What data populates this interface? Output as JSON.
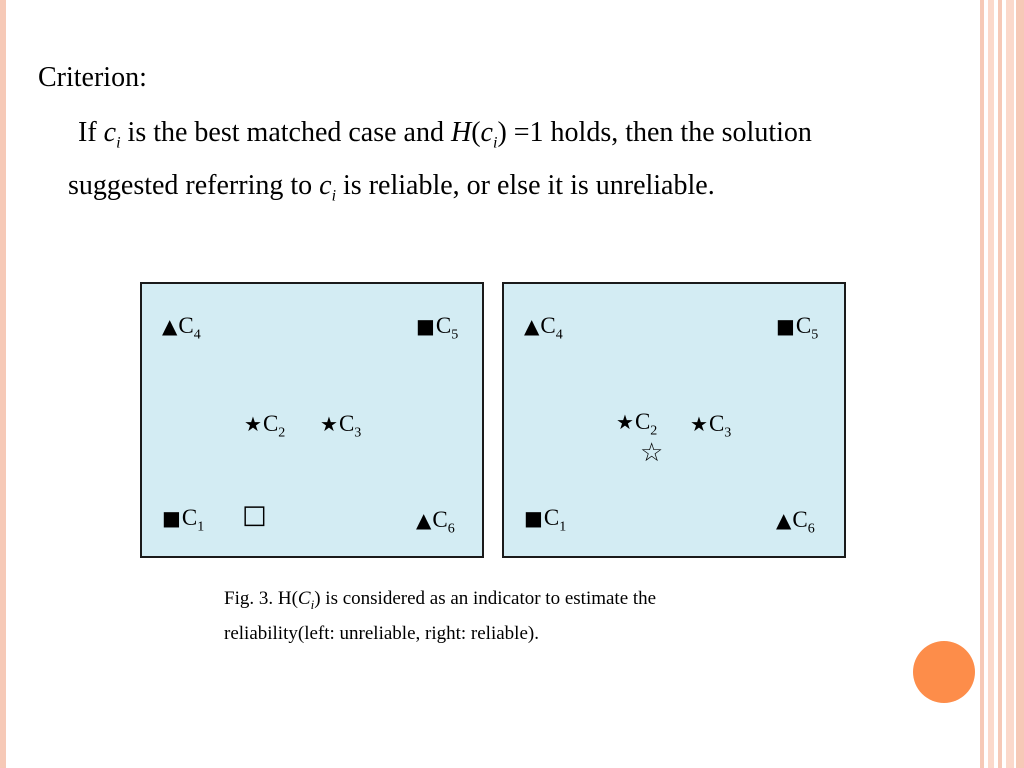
{
  "slide": {
    "heading": "Criterion:",
    "para": {
      "t1": "If ",
      "c": "c",
      "i": "i",
      "t2": " is the best matched case and ",
      "H": "H",
      "t3": "(",
      "t4": ") =1 holds, then the solution",
      "t5": "suggested referring to ",
      "t6": " is reliable, or else it is unreliable."
    }
  },
  "figure": {
    "C": "C",
    "subs": {
      "c1": "1",
      "c2": "2",
      "c3": "3",
      "c4": "4",
      "c5": "5",
      "c6": "6"
    },
    "symbols": {
      "triangle": "▲",
      "square": "■",
      "star": "★",
      "open_square": "□",
      "open_star": "☆"
    },
    "caption": {
      "t1": "Fig. 3.  H(",
      "C": "C",
      "i": "i",
      "t2": ") is considered as an indicator to estimate the",
      "t3": "reliability(left: unreliable, right: reliable)."
    }
  },
  "colors": {
    "panel_bg": "#d3ecf3",
    "accent_circle": "#fd8d4a",
    "border_stripes": "#f6c9b7"
  }
}
